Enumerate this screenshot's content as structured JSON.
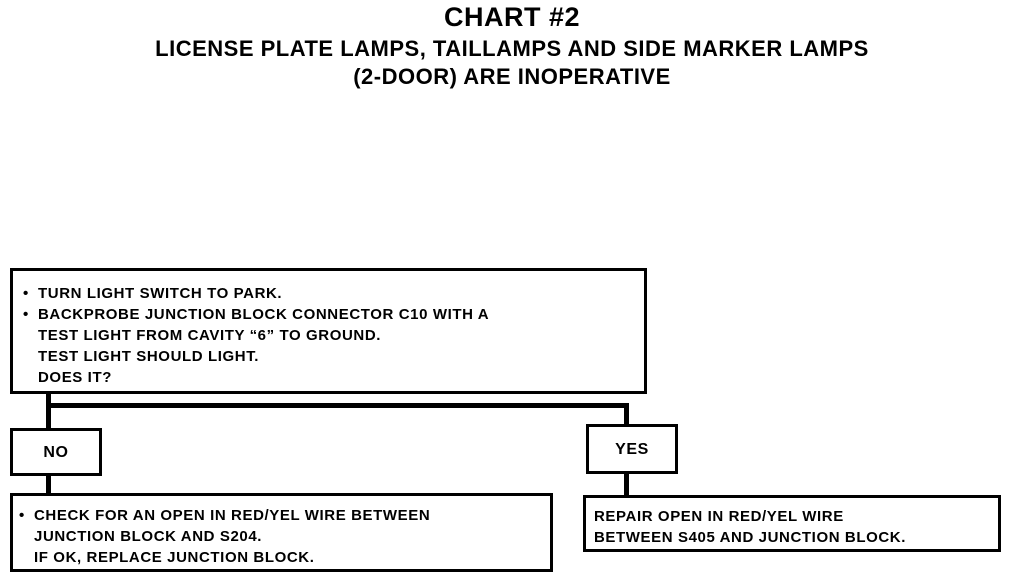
{
  "header": {
    "title": "CHART #2",
    "subtitle_line1": "LICENSE PLATE LAMPS, TAILLAMPS AND SIDE MARKER LAMPS",
    "subtitle_line2": "(2-DOOR) ARE INOPERATIVE"
  },
  "step_box": {
    "bullet": "•",
    "line1": "TURN LIGHT SWITCH TO PARK.",
    "line2": "BACKPROBE JUNCTION BLOCK CONNECTOR C10 WITH A",
    "line3": "TEST LIGHT FROM CAVITY “6” TO GROUND.",
    "line4": "TEST LIGHT SHOULD LIGHT.",
    "line5": "DOES IT?"
  },
  "no_branch": {
    "label": "NO",
    "bullet": "•",
    "line1": "CHECK FOR AN OPEN IN RED/YEL WIRE BETWEEN",
    "line2": "JUNCTION BLOCK AND S204.",
    "line3": "IF OK, REPLACE JUNCTION BLOCK."
  },
  "yes_branch": {
    "label": "YES",
    "line1": "REPAIR OPEN IN RED/YEL WIRE",
    "line2": "BETWEEN S405 AND JUNCTION BLOCK."
  }
}
